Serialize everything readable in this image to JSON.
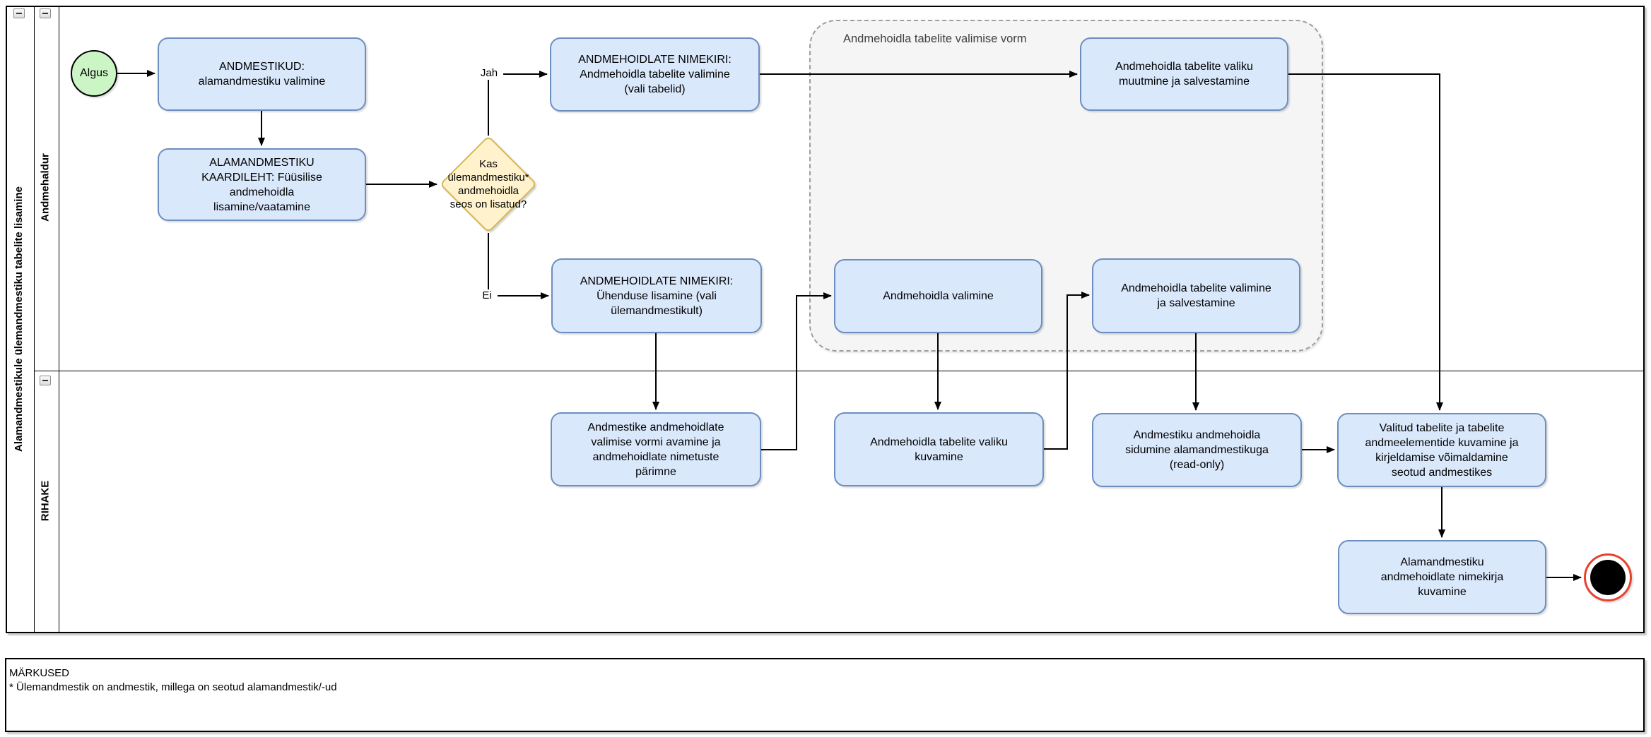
{
  "pool": {
    "title": "Alamandmestikule ülemandmestiku tabelite lisamine",
    "lanes": [
      {
        "label": "Andmehaldur"
      },
      {
        "label": "RIHAKE"
      }
    ]
  },
  "group": {
    "label": "Andmehoidla tabelite valimise vorm"
  },
  "nodes": {
    "start": {
      "label": "Algus"
    },
    "andmestikud": {
      "label": "ANDMESTIKUD:\nalamandmestiku valimine"
    },
    "kaardileht": {
      "label": "ALAMANDMESTIKU\nKAARDILEHT: Füüsilise\nandmehoidla\nlisamine/vaatamine"
    },
    "gateway": {
      "label": "Kas\nülemandmestiku*\nandmehoidla\nseos on lisatud?"
    },
    "nimekiri_vali_tabelid": {
      "label": "ANDMEHOIDLATE NIMEKIRI:\nAndmehoidla tabelite valimine\n(vali tabelid)"
    },
    "nimekiri_yhendus": {
      "label": "ANDMEHOIDLATE NIMEKIRI:\nÜhenduse lisamine (vali\nülemandmestikult)"
    },
    "valiku_muutmine": {
      "label": "Andmehoidla tabelite valiku\nmuutmine ja salvestamine"
    },
    "andmehoidla_valimine": {
      "label": "Andmehoidla valimine"
    },
    "valimine_salvestamine": {
      "label": "Andmehoidla tabelite valimine\nja salvestamine"
    },
    "vormi_avamine": {
      "label": "Andmestike andmehoidlate\nvalimise vormi avamine ja\nandmehoidlate nimetuste\npärimne"
    },
    "valiku_kuvamine": {
      "label": "Andmehoidla tabelite valiku\nkuvamine"
    },
    "sidumine": {
      "label": "Andmestiku andmehoidla\nsidumine alamandmestikuga\n(read-only)"
    },
    "valitud_tabelite": {
      "label": "Valitud tabelite ja tabelite\nandmeelementide kuvamine ja\nkirjeldamise võimaldamine\nseotud andmestikes"
    },
    "nimekirja_kuvamine": {
      "label": "Alamandmestiku\nandmehoidlate nimekirja\nkuvamine"
    }
  },
  "edges": {
    "yes_label": "Jah",
    "no_label": "Ei"
  },
  "notes": {
    "title": "MÄRKUSED",
    "line1": "* Ülemandmestik on andmestik, millega on seotud alamandmestik/-ud"
  },
  "colors": {
    "task_fill": "#dae8fc",
    "task_border": "#6c8ebf",
    "gateway_fill": "#fff2cc",
    "gateway_border": "#d6b656",
    "start_fill": "#ccf5c6",
    "start_border": "#000000",
    "end_ring": "#e8412c",
    "end_fill": "#000000",
    "group_fill": "#f5f5f5",
    "group_border": "#9e9e9e",
    "line": "#000000"
  }
}
